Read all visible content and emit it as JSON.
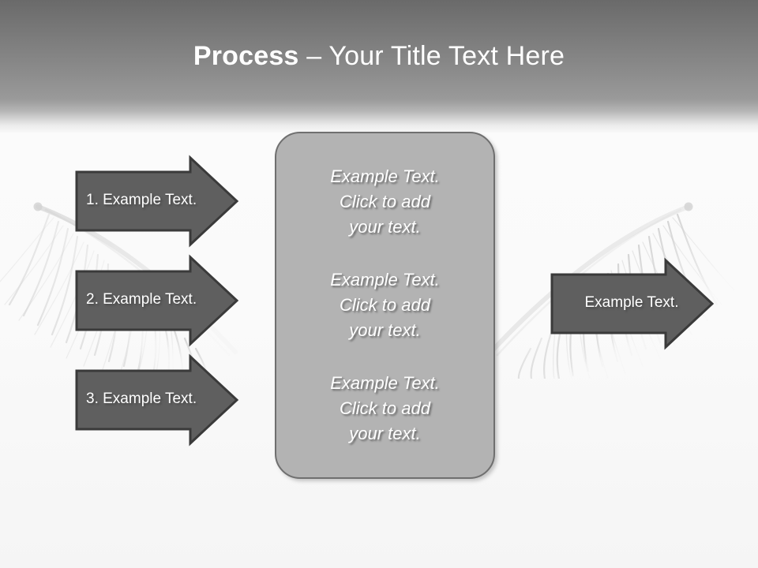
{
  "slide": {
    "title_bold": "Process",
    "title_rest": " – Your Title Text Here",
    "background_color": "#f7f7f7",
    "header_top_color": "#6a6a6a",
    "header_bottom_color": "#9a9a9a",
    "accent_arrow_fill": "#5f5f5f",
    "accent_arrow_border": "#3a3a3a",
    "panel_fill": "#b3b3b3",
    "panel_border": "#6f6f6f",
    "text_color": "#ffffff"
  },
  "steps": [
    {
      "label": "1. Example Text."
    },
    {
      "label": "2. Example Text."
    },
    {
      "label": "3. Example Text."
    }
  ],
  "center_panel": {
    "blocks": [
      {
        "line1": "Example Text.",
        "line2": "Click  to add",
        "line3": "your text."
      },
      {
        "line1": "Example Text.",
        "line2": "Click  to add",
        "line3": "your text."
      },
      {
        "line1": "Example Text.",
        "line2": "Click  to add",
        "line3": "your text."
      }
    ]
  },
  "result": {
    "label": "Example Text."
  }
}
